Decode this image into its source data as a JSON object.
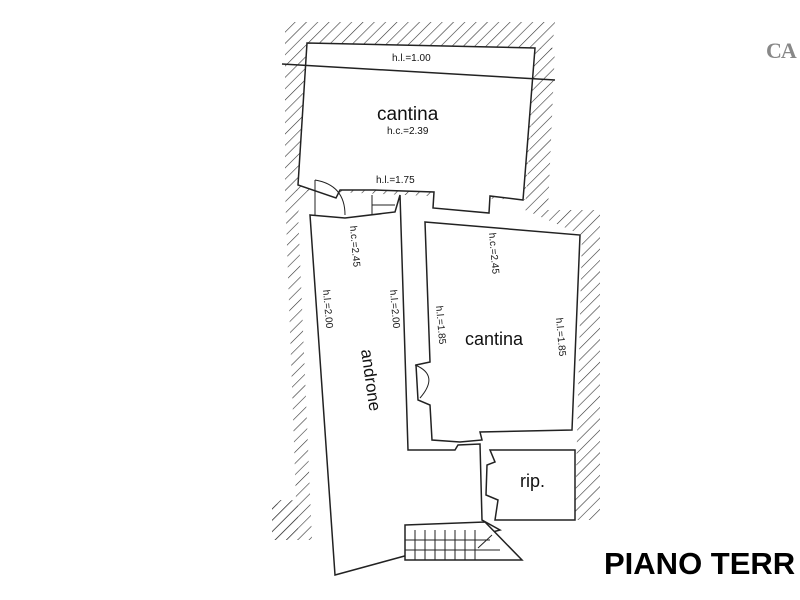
{
  "logo": {
    "text": "CA"
  },
  "title": "PIANO TERR",
  "rooms": {
    "upper_cantina": {
      "name": "cantina",
      "hc": "h.c.=2.39",
      "hl_top": "h.l.=1.00",
      "hl_bottom": "h.l.=1.75"
    },
    "androne": {
      "name": "androne",
      "hc": "h.c.=2.45",
      "hl_left": "h.l.=2.00",
      "hl_right": "h.l.=2.00"
    },
    "lower_cantina": {
      "name": "cantina",
      "hc": "h.c.=2.45",
      "hl_left": "h.l.=1.85",
      "hl_right": "h.l.=1.85"
    },
    "ripostiglio": {
      "name": "rip."
    }
  },
  "colors": {
    "line": "#222222",
    "hatch": "#333333"
  }
}
